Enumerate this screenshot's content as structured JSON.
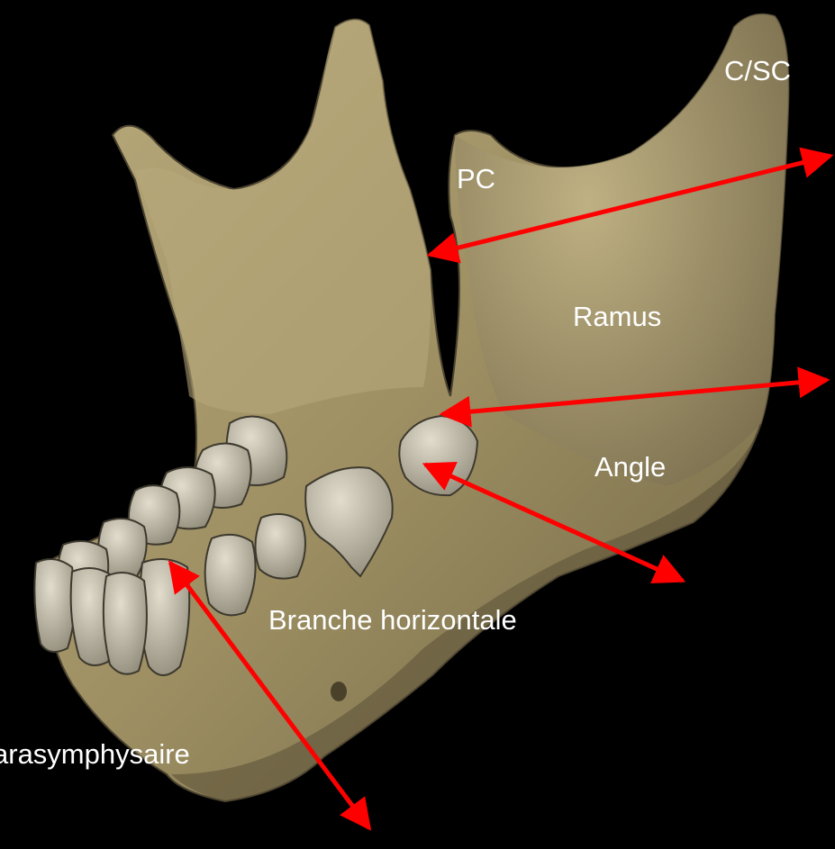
{
  "labels": {
    "csc": "C/SC",
    "pc": "PC",
    "ramus": "Ramus",
    "angle": "Angle",
    "branche_horizontale": "Branche horizontale",
    "parasymphysaire": "arasymphysaire"
  },
  "colors": {
    "background": "#000000",
    "bone": "#a8996c",
    "bone_light": "#cfc39a",
    "tooth": "#cdc7b4",
    "arrow": "#ff0000",
    "label": "#ffffff"
  }
}
